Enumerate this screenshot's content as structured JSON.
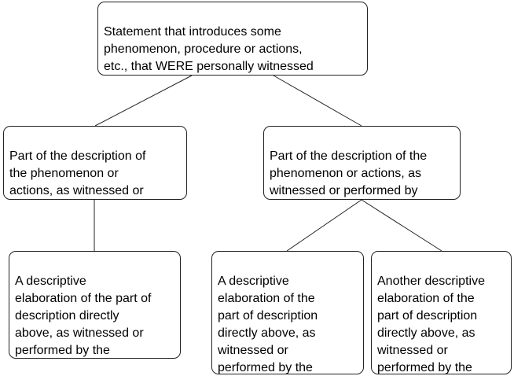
{
  "diagram": {
    "root": {
      "text": "Statement that introduces some\nphenomenon, procedure or actions,\netc., that WERE personally witnessed\nor performed by the author."
    },
    "left": {
      "text": "Part of the description of\nthe phenomenon or\nactions, as witnessed or\nperformed by the author."
    },
    "right": {
      "text": "Part of the description of the\nphenomenon or actions, as\nwitnessed or performed by\nthe author."
    },
    "left_child": {
      "text": "A descriptive\nelaboration of the part of\ndescription directly\nabove, as witnessed or\nperformed by the\nauthor."
    },
    "right_child_1": {
      "text": "A descriptive\nelaboration of the\npart of description\ndirectly above, as\nwitnessed or\nperformed by the\nauthor."
    },
    "right_child_2": {
      "text": "Another descriptive\nelaboration of the\npart of description\ndirectly above, as\nwitnessed or\nperformed by the\nauthor."
    },
    "colors": {
      "border": "#222222",
      "text": "#000000",
      "background": "#ffffff"
    }
  }
}
